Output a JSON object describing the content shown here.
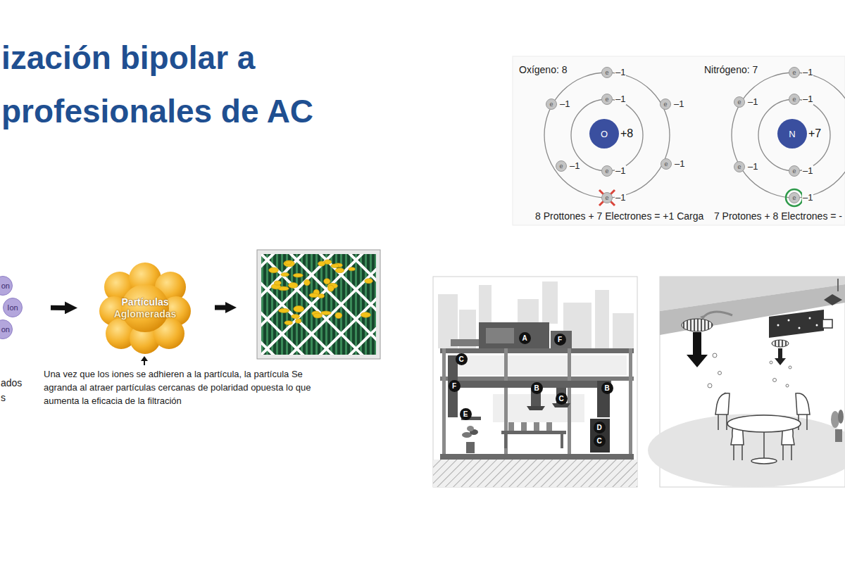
{
  "diagram": {
    "title": "ización bipolar a profesionales de AC",
    "nodes": [
      {
        "text": [
          "O",
          "+8"
        ]
      },
      {
        "text": [
          "e",
          "–1"
        ]
      },
      {
        "text": [
          "e",
          "–1"
        ]
      },
      {
        "text": [
          "e",
          "–1"
        ]
      },
      {
        "text": [
          "e",
          "–1"
        ]
      },
      {
        "text": [
          "e",
          "–1"
        ]
      },
      {
        "text": [
          "e",
          "–1"
        ]
      },
      {
        "text": [
          "e",
          "–1"
        ]
      },
      {
        "text": [
          "e",
          "–1"
        ]
      },
      {
        "text": [
          "N",
          "+7"
        ]
      },
      {
        "text": [
          "e",
          "–1"
        ]
      },
      {
        "text": [
          "e",
          "–1"
        ]
      },
      {
        "text": [
          "e",
          "–1"
        ]
      },
      {
        "text": [
          "e",
          "–1"
        ]
      },
      {
        "text": [
          "e",
          "–1"
        ]
      },
      {
        "text": [
          "e",
          "–1"
        ]
      },
      {
        "text": [
          "on"
        ]
      },
      {
        "text": [
          "Ion"
        ]
      },
      {
        "text": [
          "on"
        ]
      },
      {
        "text": [
          "Partículas",
          "Aglomeradas"
        ]
      }
    ],
    "edges": [
      {
        "from": 17,
        "to": 19,
        "arrow": "to"
      }
    ],
    "labels": [
      "Oxígeno: 8",
      "Nitrógeno: 7",
      "8 Prottones + 7 Electrones = +1 Carga",
      "7 Protones + 8 Electrones = -",
      "ados",
      "s",
      "Una vez que los iones se adhieren a la partícula, la partícula Se agranda al atraer partículas cercanas de polaridad opuesta lo que aumenta la eficacia de la filtración",
      "A",
      "F",
      "C",
      "F",
      "B",
      "C",
      "B",
      "E",
      "D",
      "C"
    ]
  }
}
